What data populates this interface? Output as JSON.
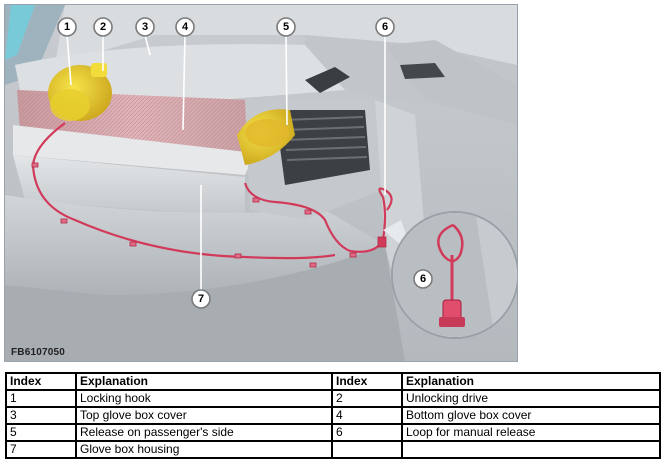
{
  "figure": {
    "code": "FB6107050",
    "callouts": [
      "1",
      "2",
      "3",
      "4",
      "5",
      "6",
      "7"
    ],
    "inset_callout": "6"
  },
  "legend": {
    "headers": [
      "Index",
      "Explanation",
      "Index",
      "Explanation"
    ],
    "rows": [
      [
        "1",
        "Locking hook",
        "2",
        "Unlocking drive"
      ],
      [
        "3",
        "Top glove box cover",
        "4",
        "Bottom glove box cover"
      ],
      [
        "5",
        "Release on passenger's side",
        "6",
        "Loop for manual release"
      ],
      [
        "7",
        "Glove box housing",
        "",
        ""
      ]
    ]
  }
}
